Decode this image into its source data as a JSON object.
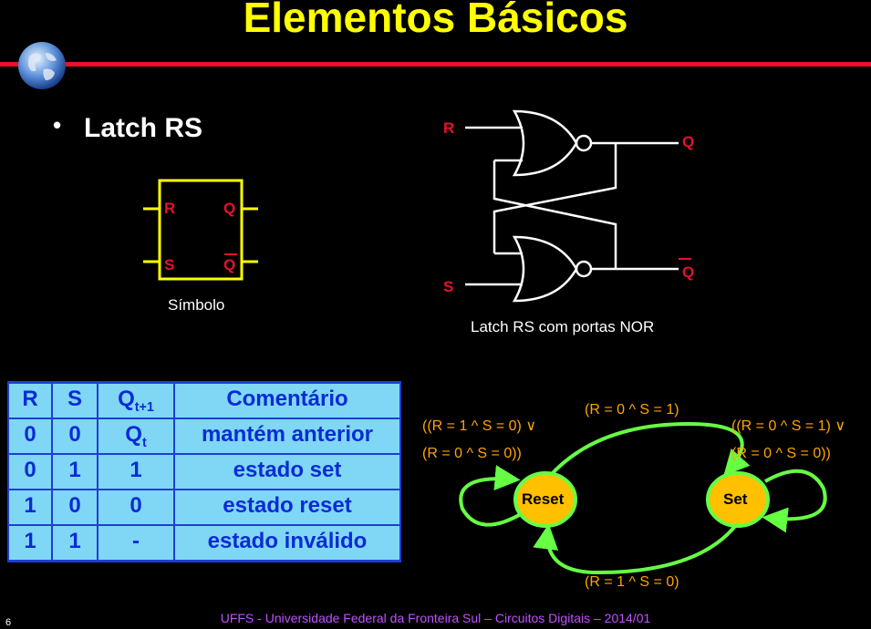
{
  "title": "Elementos Básicos",
  "bullet": {
    "marker": "•",
    "text": "Latch RS"
  },
  "symbol": {
    "r": "R",
    "s": "S",
    "q": "Q",
    "qbar": "Q",
    "caption": "Símbolo"
  },
  "circuit": {
    "r": "R",
    "s": "S",
    "q": "Q",
    "qbar": "Q",
    "caption": "Latch RS com portas NOR"
  },
  "table": {
    "headers": [
      {
        "main": "R",
        "sub": ""
      },
      {
        "main": "S",
        "sub": ""
      },
      {
        "main": "Q",
        "sub": "t+1"
      },
      {
        "main": "Comentário",
        "sub": ""
      }
    ],
    "rows": [
      [
        {
          "main": "0",
          "sub": ""
        },
        {
          "main": "0",
          "sub": ""
        },
        {
          "main": "Q",
          "sub": "t"
        },
        {
          "main": "mantém anterior",
          "sub": ""
        }
      ],
      [
        {
          "main": "0",
          "sub": ""
        },
        {
          "main": "1",
          "sub": ""
        },
        {
          "main": "1",
          "sub": ""
        },
        {
          "main": "estado set",
          "sub": ""
        }
      ],
      [
        {
          "main": "1",
          "sub": ""
        },
        {
          "main": "0",
          "sub": ""
        },
        {
          "main": "0",
          "sub": ""
        },
        {
          "main": "estado reset",
          "sub": ""
        }
      ],
      [
        {
          "main": "1",
          "sub": ""
        },
        {
          "main": "1",
          "sub": ""
        },
        {
          "main": "-",
          "sub": ""
        },
        {
          "main": "estado inválido",
          "sub": ""
        }
      ]
    ]
  },
  "states": {
    "reset": "Reset",
    "set": "Set",
    "reset_loop_1": "((R = 1 ^ S = 0) ∨",
    "reset_loop_2": "(R = 0 ^ S = 0))",
    "set_loop_1": "((R = 0 ^ S = 1) ∨",
    "set_loop_2": "(R = 0 ^ S = 0))",
    "to_set": "(R = 0 ^ S = 1)",
    "to_reset": "(R = 1 ^ S = 0)"
  },
  "colors": {
    "title": "#ffff00",
    "accent": "#e8102a",
    "table_bg": "#7fd7f5",
    "table_text": "#0b2bd6",
    "state_fill": "#ffc000",
    "state_edge": "#66ff44",
    "transition_text": "#ffa500"
  },
  "footer": "UFFS - Universidade Federal da Fronteira Sul – Circuitos Digitais – 2014/01",
  "page_number": "6"
}
